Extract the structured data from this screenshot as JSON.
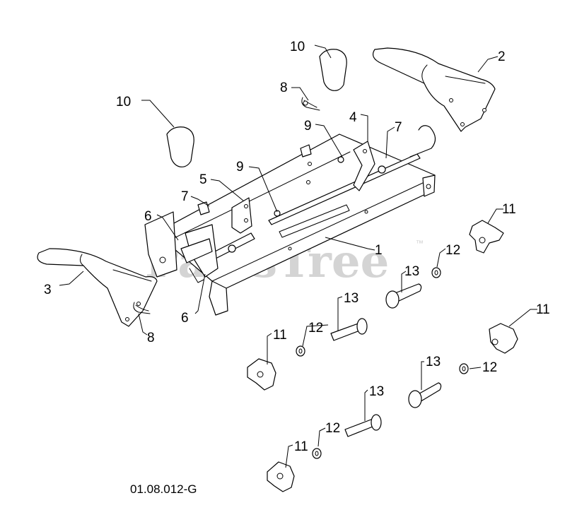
{
  "watermark": {
    "text": "PartsTree",
    "trademark": "™",
    "color": "#d4d4d4"
  },
  "reference_code": "01.08.012-G",
  "callouts": {
    "c1": "1",
    "c2": "2",
    "c3": "3",
    "c4": "4",
    "c5": "5",
    "c6a": "6",
    "c6b": "6",
    "c7a": "7",
    "c7b": "7",
    "c8a": "8",
    "c8b": "8",
    "c9a": "9",
    "c9b": "9",
    "c10a": "10",
    "c10b": "10",
    "c11a": "11",
    "c11b": "11",
    "c11c": "11",
    "c11d": "11",
    "c12a": "12",
    "c12b": "12",
    "c12c": "12",
    "c12d": "12",
    "c13a": "13",
    "c13b": "13",
    "c13c": "13",
    "c13d": "13"
  }
}
